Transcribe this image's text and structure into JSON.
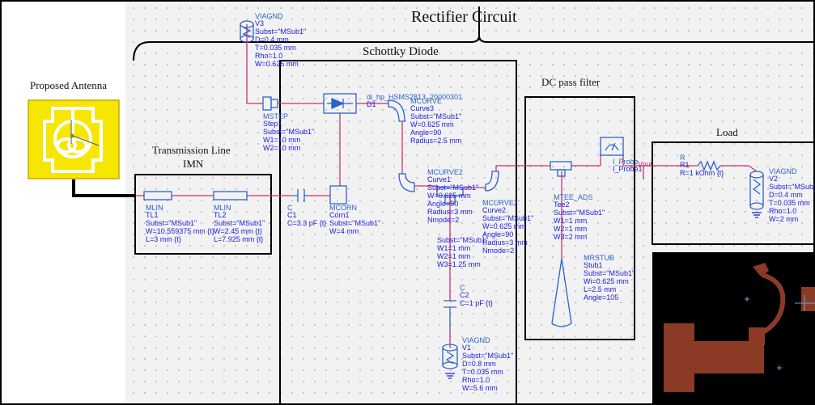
{
  "titles": {
    "rectifier": "Rectifier Circuit",
    "schottky": "Schottky Diode",
    "proposed_antenna": "Proposed Antenna",
    "transmission_line": "Transmission Line",
    "imn": "IMN",
    "dc_pass": "DC pass filter",
    "load": "Load"
  },
  "components": {
    "v3": {
      "name": "VIAGND",
      "id": "V3",
      "params": [
        "Subst=\"MSub1\"",
        "D=0.4 mm",
        "T=0.035 mm",
        "Rho=1.0",
        "W=0.625 mm"
      ]
    },
    "step1": {
      "name": "MSTEP",
      "id": "Step1",
      "params": [
        "Subst=\"MSub1\"",
        "W1=10 mm",
        "W2=10 mm"
      ]
    },
    "d1": {
      "name": "di_hp_HSMS2813_20000301",
      "id": "D1"
    },
    "curve3": {
      "name": "MCURVE",
      "id": "Curve3",
      "params": [
        "Subst=\"MSub1\"",
        "W=0.625 mm",
        "Angle=90",
        "Radius=2.5 mm"
      ]
    },
    "tl1": {
      "name": "MLIN",
      "id": "TL1",
      "params": [
        "Subst=\"MSub1\"",
        "W=10.559375 mm {t}",
        "L=3 mm {t}"
      ]
    },
    "tl2": {
      "name": "MLIN",
      "id": "TL2",
      "params": [
        "Subst=\"MSub1\"",
        "W=2.45 mm {t}",
        "L=7.925 mm {t}"
      ]
    },
    "c1": {
      "name": "C",
      "id": "C1",
      "params": [
        "C=3.3 pF {t}"
      ]
    },
    "corn1": {
      "name": "MCORN",
      "id": "Corn1",
      "params": [
        "Subst=\"MSub1\"",
        "W=4 mm"
      ]
    },
    "curve1": {
      "name": "MCURVE2",
      "id": "Curve1",
      "params": [
        "Subst=\"MSub1\"",
        "W=0.625 mm",
        "Angle=90",
        "Radius=3 mm",
        "Nmode=2"
      ]
    },
    "curve2": {
      "name": "MCURVE2",
      "id": "Curve2",
      "params": [
        "Subst=\"MSub1\"",
        "W=0.625 mm",
        "Angle=90",
        "Radius=3 mm",
        "Nmode=2"
      ]
    },
    "tee1": {
      "params": [
        "Subst=\"MSub1\"",
        "W1=1 mm",
        "W2=1 mm",
        "W3=1.25 mm"
      ]
    },
    "c2": {
      "name": "C",
      "id": "C2",
      "params": [
        "C=1 pF {t}"
      ]
    },
    "v1": {
      "name": "VIAGND",
      "id": "V1",
      "params": [
        "Subst=\"MSub1\"",
        "D=0.8 mm",
        "T=0.035 mm",
        "Rho=1.0",
        "W=5.6 mm"
      ]
    },
    "tee2": {
      "name": "MTEE_ADS",
      "id": "Tee2",
      "params": [
        "Subst=\"MSub1\"",
        "W1=1 mm",
        "W2=1 mm",
        "W3=2 mm"
      ]
    },
    "stub1": {
      "name": "MRSTUB",
      "id": "Stub1",
      "params": [
        "Subst=\"MSub1\"",
        "Wi=0.625 mm",
        "L=2.5 mm",
        "Angle=105"
      ]
    },
    "probe": {
      "name": "I_Probe",
      "id": "I_Probe1"
    },
    "vout": {
      "label": "Vout"
    },
    "r1": {
      "name": "R",
      "id": "R1",
      "params": [
        "R=1 kOhm {t}"
      ]
    },
    "v2": {
      "name": "VIAGND",
      "id": "V2",
      "params": [
        "Subst=\"MSub1\"",
        "D=0.4 mm",
        "T=0.035 mm",
        "Rho=1.0",
        "W=2 mm"
      ]
    }
  },
  "colors": {
    "wire": "#c8326e",
    "component": "#2a63c9",
    "label": "#1b1be0",
    "box": "#000000",
    "antenna_fill": "#f7e600",
    "antenna_stroke": "#c8a800",
    "layout_bg": "#000000",
    "layout_metal": "#8b3a26",
    "canvas_bg": "#f2f2f2"
  }
}
